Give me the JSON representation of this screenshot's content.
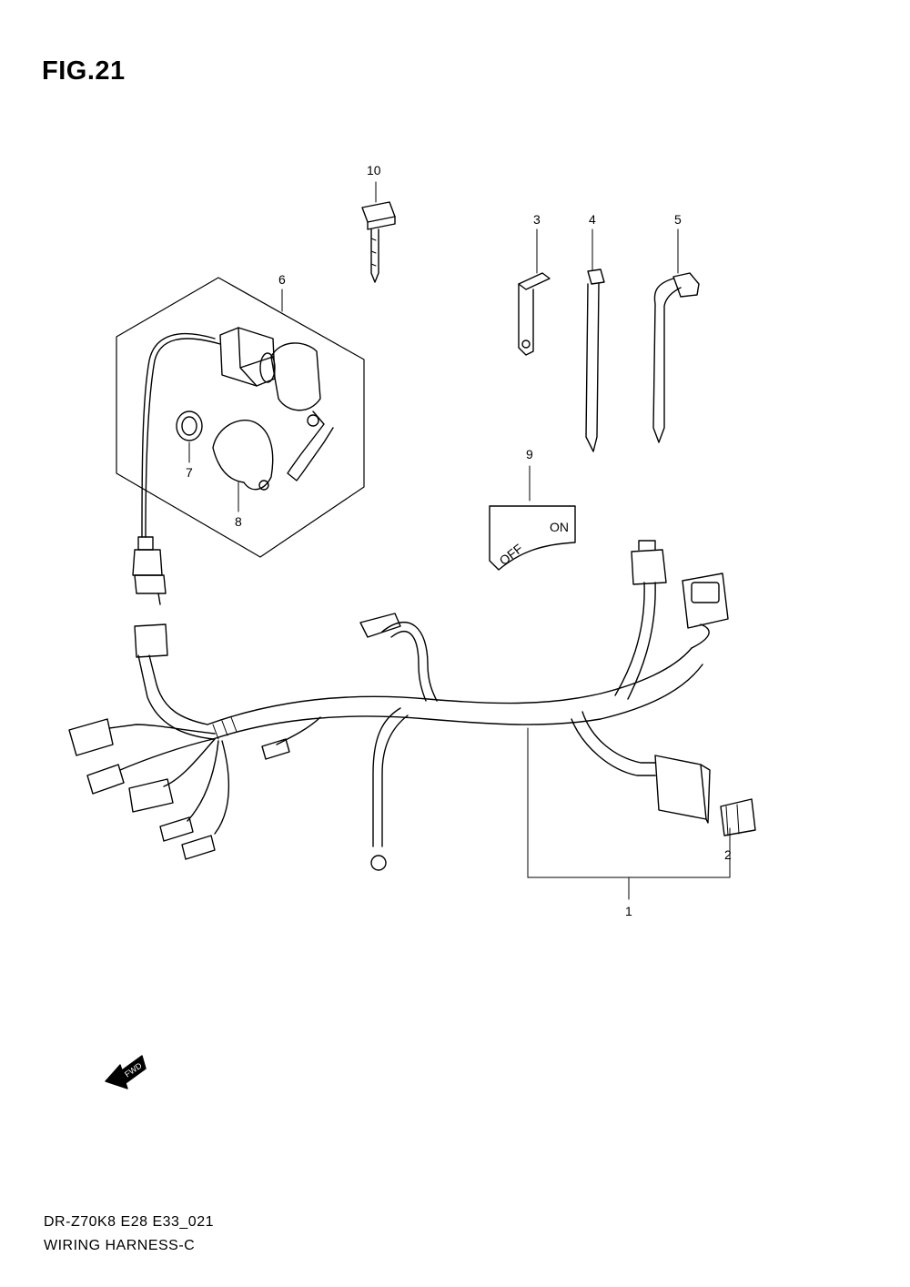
{
  "figure": {
    "title": "FIG.21"
  },
  "callouts": {
    "part1": "1",
    "part2": "2",
    "part3": "3",
    "part4": "4",
    "part5": "5",
    "part6": "6",
    "part7": "7",
    "part8": "8",
    "part9": "9",
    "part10": "10"
  },
  "label_plate": {
    "off_text": "OFF",
    "on_text": "ON"
  },
  "fwd_arrow": {
    "text": "FWD"
  },
  "footer": {
    "model_code": "DR-Z70K8 E28 E33_021",
    "section_name": "WIRING HARNESS-C"
  }
}
